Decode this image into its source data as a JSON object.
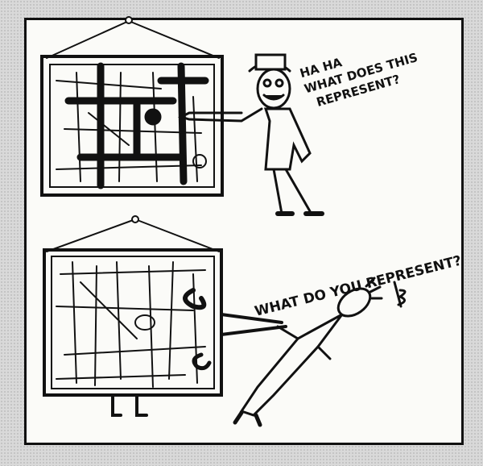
{
  "colors": {
    "ink": "#111111",
    "paper": "#fbfbf8",
    "background": "#d9d9d9"
  },
  "top_panel": {
    "speech_lines": [
      "HA HA",
      "WHAT DOES THIS",
      "REPRESENT?"
    ]
  },
  "bottom_panel": {
    "speech": "WHAT DO YOU REPRESENT?"
  }
}
